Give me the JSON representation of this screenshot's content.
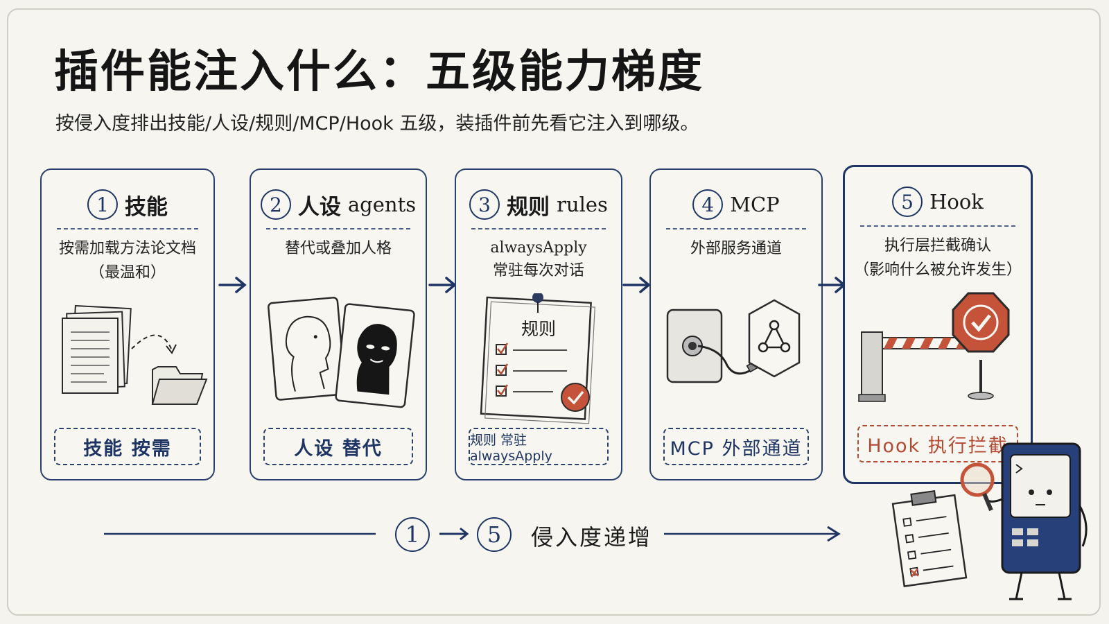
{
  "title": "插件能注入什么：五级能力梯度",
  "subtitle": "按侵入度排出技能/人设/规则/MCP/Hook 五级，装插件前先看它注入到哪级。",
  "cards": [
    {
      "num": "1",
      "title": "技能",
      "sub": "",
      "desc1": "按需加载方法论文档",
      "desc2": "（最温和）",
      "tag": "技能  按需",
      "illustration": "documents-to-folder-icon"
    },
    {
      "num": "2",
      "title": "人设",
      "sub": "agents",
      "desc1": "替代或叠加人格",
      "desc2": "",
      "tag": "人设  替代",
      "illustration": "persona-cards-icon"
    },
    {
      "num": "3",
      "title": "规则",
      "sub": "rules",
      "desc1": "alwaysApply",
      "desc2": "常驻每次对话",
      "note_title": "规则",
      "tag": "规则 常驻 alwaysApply",
      "illustration": "pinned-checklist-icon"
    },
    {
      "num": "4",
      "title": "MCP",
      "sub": "",
      "desc1": "外部服务通道",
      "desc2": "",
      "tag": "MCP  外部通道",
      "illustration": "plug-socket-icon"
    },
    {
      "num": "5",
      "title": "Hook",
      "sub": "",
      "desc1": "执行层拦截确认",
      "desc2": "（影响什么被允许发生）",
      "tag": "Hook  执行拦截",
      "illustration": "barrier-stop-sign-icon"
    }
  ],
  "bottom": {
    "from": "1",
    "to": "5",
    "label": "侵入度递增"
  },
  "colors": {
    "navy": "#1e3563",
    "red": "#b34a33",
    "paper": "#f6f5f0"
  }
}
